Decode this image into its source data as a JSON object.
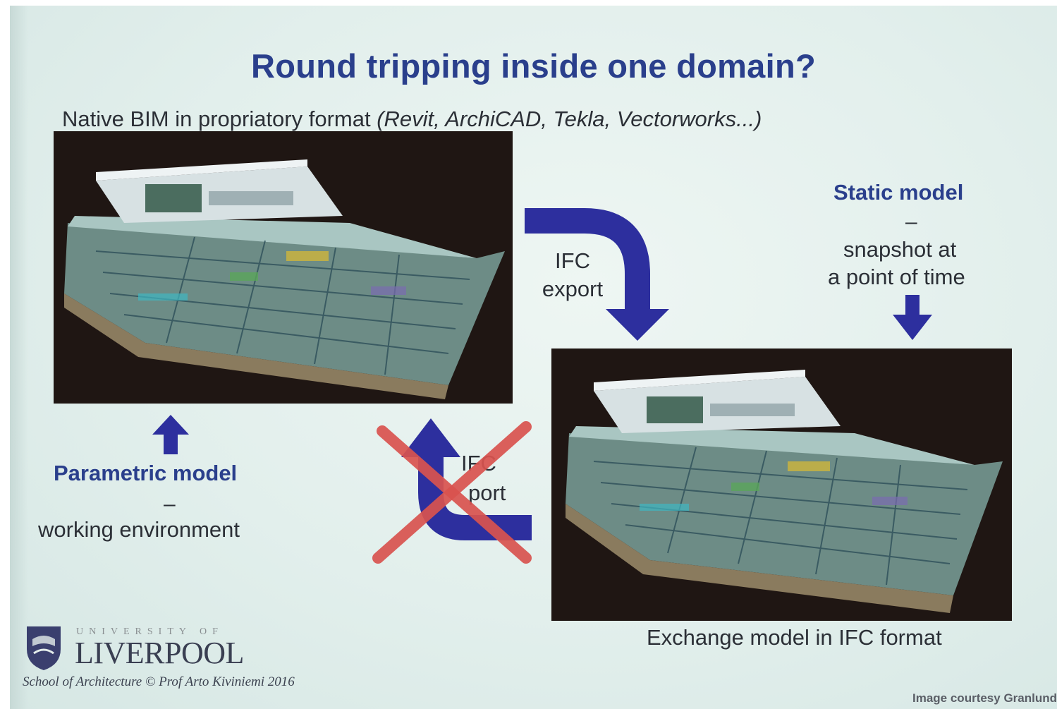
{
  "slide": {
    "title": "Round tripping inside one domain?",
    "subtitle_plain": "Native BIM in propriatory format ",
    "subtitle_italic": "(Revit, ArchiCAD, Tekla, Vectorworks...)",
    "static_model": {
      "heading": "Static model",
      "dash": "–",
      "line1": "snapshot at",
      "line2": "a point of time"
    },
    "parametric_model": {
      "heading": "Parametric model",
      "dash": "–",
      "line1": "working environment"
    },
    "ifc_export": {
      "line1": "IFC",
      "line2": "export"
    },
    "ifc_import_crossed": {
      "line1": "IFC",
      "line2": "port"
    },
    "exchange_caption": "Exchange model in IFC format",
    "logo": {
      "university_of": "UNIVERSITY OF",
      "name": "LIVERPOOL"
    },
    "footer_left": "School of Architecture  ©  Prof Arto Kiviniemi 2016",
    "footer_right": "Image courtesy Granlund",
    "colors": {
      "title_blue": "#2a3f8c",
      "arrow_blue": "#2d2f9e",
      "cross_red": "#d9534f",
      "image_bg": "#1f1613"
    }
  }
}
